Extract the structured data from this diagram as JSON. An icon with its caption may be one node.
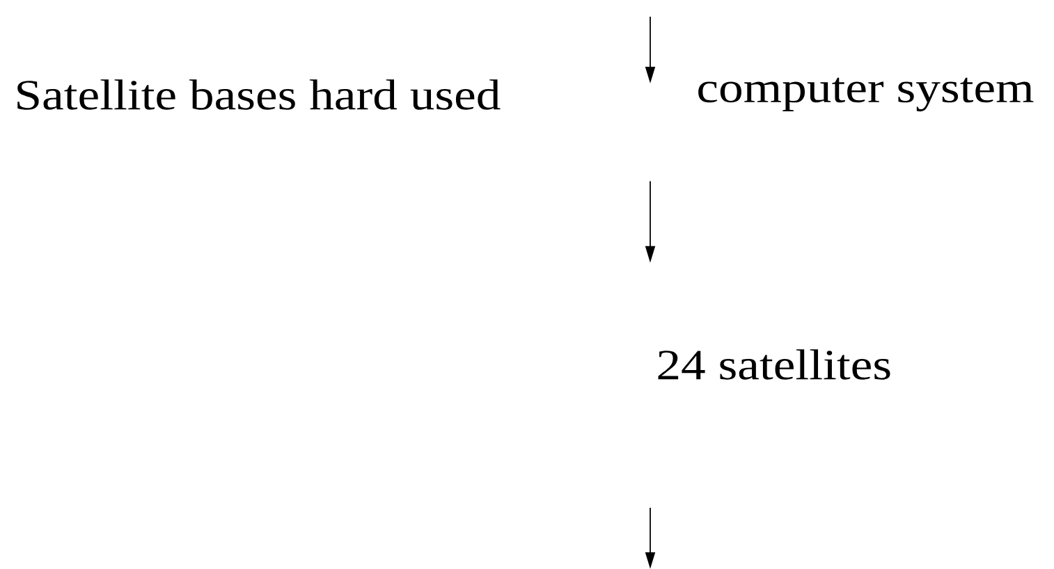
{
  "diagram": {
    "nodes": [
      {
        "text": [
          "Satellite bases hard used"
        ]
      },
      {
        "text": [
          "computer system"
        ]
      },
      {
        "text": [
          "24 satellites"
        ]
      }
    ],
    "edges": [
      {
        "from": 1,
        "to": 2,
        "arrow": "to"
      }
    ]
  }
}
